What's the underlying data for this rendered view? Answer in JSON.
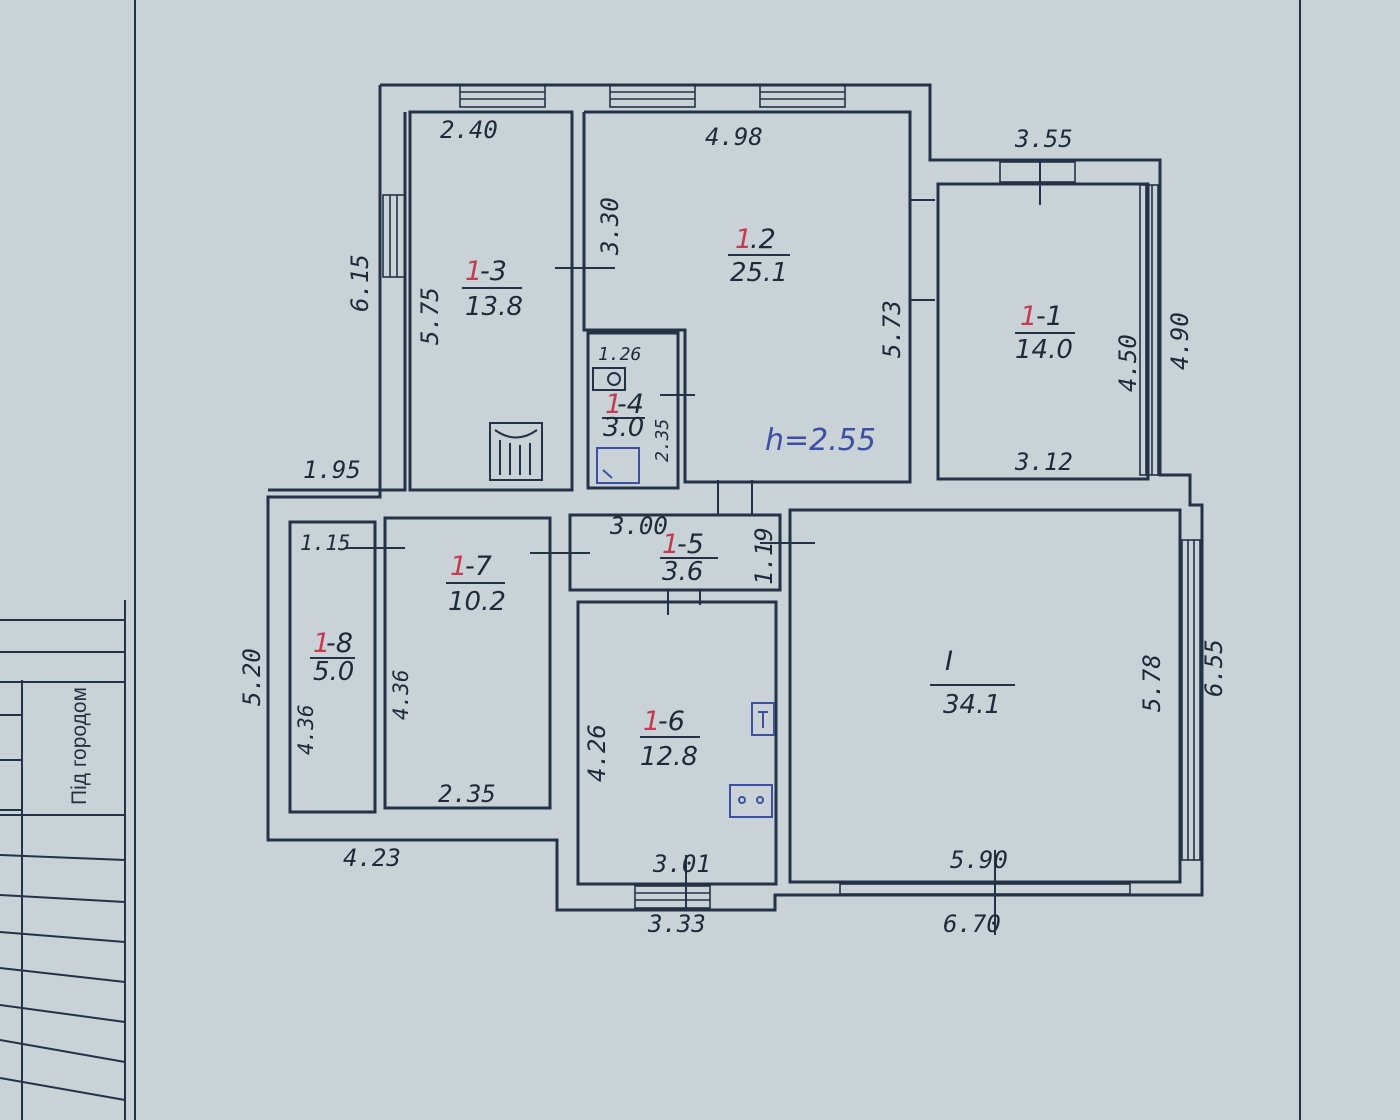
{
  "side_label": "Під городом",
  "height_label": "h=2.55",
  "rooms": [
    {
      "id": "1-1",
      "prefix": "1",
      "suffix": "-1",
      "area": "14.0"
    },
    {
      "id": "1-2",
      "prefix": "1",
      "suffix": ".2",
      "area": "25.1"
    },
    {
      "id": "1-3",
      "prefix": "1",
      "suffix": "-3",
      "area": "13.8"
    },
    {
      "id": "1-4",
      "prefix": "1",
      "suffix": "-4",
      "area": "3.0"
    },
    {
      "id": "1-5",
      "prefix": "1",
      "suffix": "-5",
      "area": "3.6"
    },
    {
      "id": "1-6",
      "prefix": "1",
      "suffix": "-6",
      "area": "12.8"
    },
    {
      "id": "1-7",
      "prefix": "1",
      "suffix": "-7",
      "area": "10.2"
    },
    {
      "id": "1-8",
      "prefix": "1",
      "suffix": "-8",
      "area": "5.0"
    },
    {
      "id": "I",
      "prefix": "",
      "suffix": "I",
      "area": "34.1"
    }
  ],
  "dimensions": {
    "d_240": "2.40",
    "d_498": "4.98",
    "d_355": "3.55",
    "d_615": "6.15",
    "d_575": "5.75",
    "d_330": "3.30",
    "d_573": "5.73",
    "d_450": "4.50",
    "d_490": "4.90",
    "d_126": "1.26",
    "d_235": "2.35",
    "d_312": "3.12",
    "d_195": "1.95",
    "d_115": "1.15",
    "d_300": "3.00",
    "d_119": "1.19",
    "d_520": "5.20",
    "d_436a": "4.36",
    "d_436b": "4.36",
    "d_426": "4.26",
    "d_578": "5.78",
    "d_655": "6.55",
    "d_235b": "2.35",
    "d_423": "4.23",
    "d_301": "3.01",
    "d_333": "3.33",
    "d_590": "5.90",
    "d_670": "6.70"
  },
  "colors": {
    "paper": "#c9d2d6",
    "ink": "#1e2a3a",
    "red_ink": "#c43a4e",
    "blue_ink": "#3d4fa3"
  }
}
